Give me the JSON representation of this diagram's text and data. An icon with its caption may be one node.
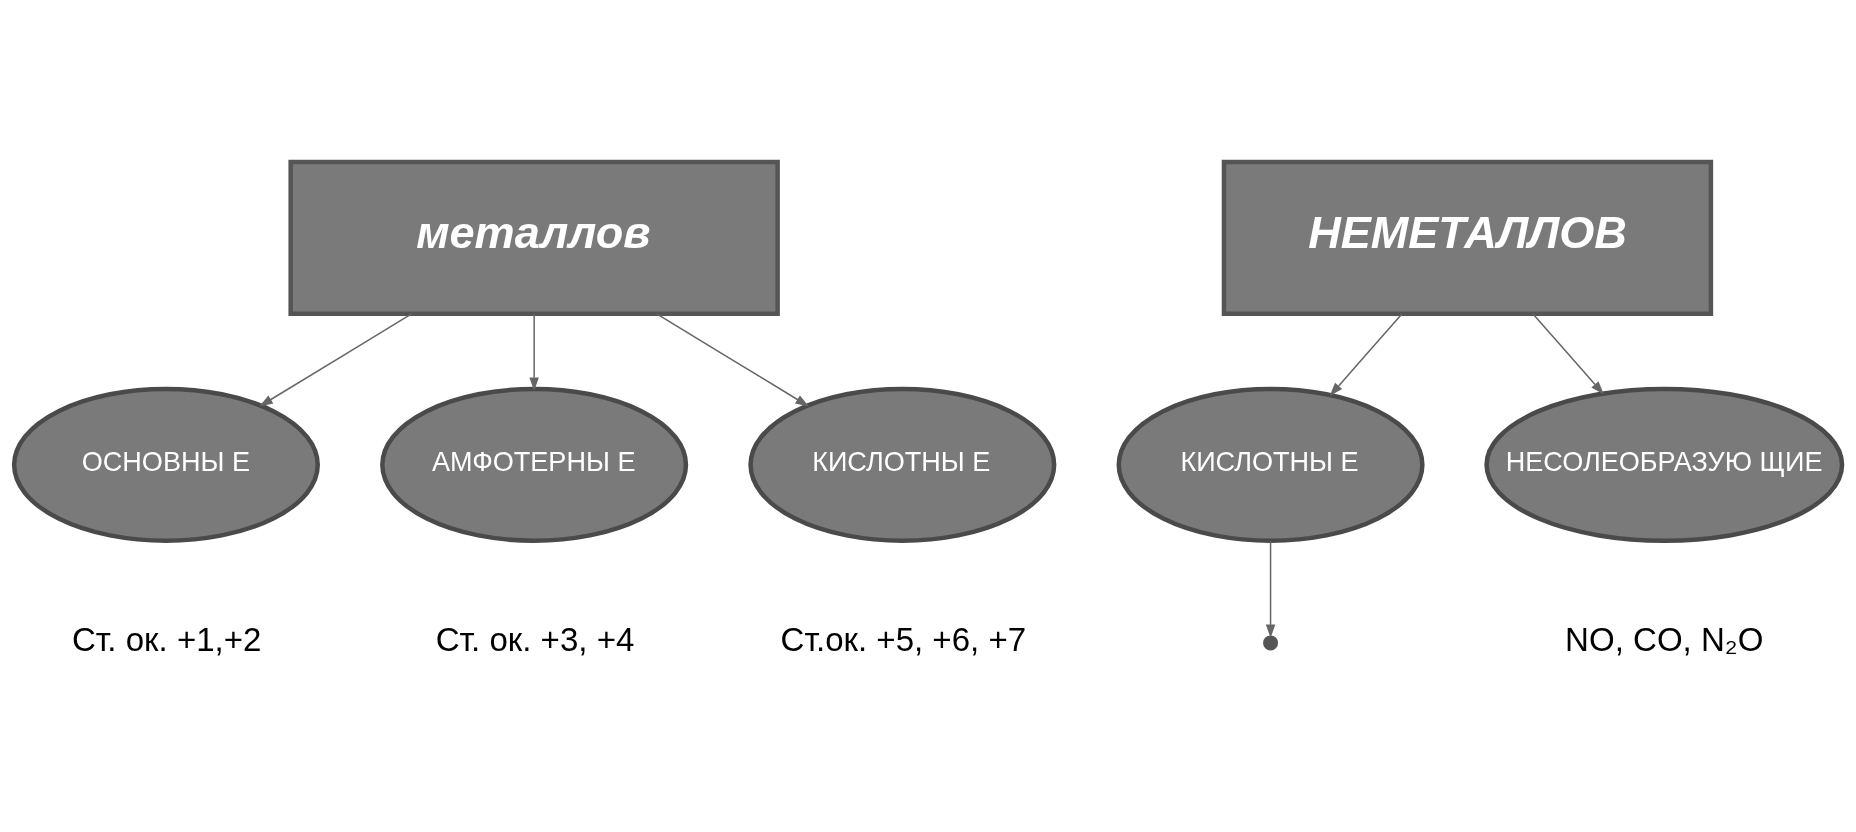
{
  "diagram": {
    "nodes": [
      {
        "text": [
          "металлов"
        ]
      },
      {
        "text": [
          "НЕМЕТАЛЛОВ"
        ]
      },
      {
        "text": [
          "ОСНОВНЫ Е"
        ],
        "beside": [
          "Ст. ок. +1,+2"
        ]
      },
      {
        "text": [
          "АМФОТЕРНЫ Е"
        ],
        "beside": [
          "Ст. ок. +3, +4"
        ]
      },
      {
        "text": [
          "КИСЛОТНЫ Е"
        ],
        "beside": [
          "Ст.ок. +5, +6, +7"
        ]
      },
      {
        "text": [
          "КИСЛОТНЫ Е"
        ]
      },
      {
        "text": [
          "НЕСОЛЕОБРАЗУЮ ЩИЕ"
        ],
        "beside": [
          "NO, CO, N₂O"
        ]
      },
      {
        "text": [],
        "shape": "circle"
      }
    ],
    "edges": [
      {
        "from": 0,
        "to": 2,
        "arrow": "to"
      },
      {
        "from": 0,
        "to": 3,
        "arrow": "to"
      },
      {
        "from": 0,
        "to": 4,
        "arrow": "to"
      },
      {
        "from": 1,
        "to": 5,
        "arrow": "to"
      },
      {
        "from": 1,
        "to": 6,
        "arrow": "to"
      },
      {
        "from": 5,
        "to": 7,
        "arrow": "to"
      }
    ]
  }
}
